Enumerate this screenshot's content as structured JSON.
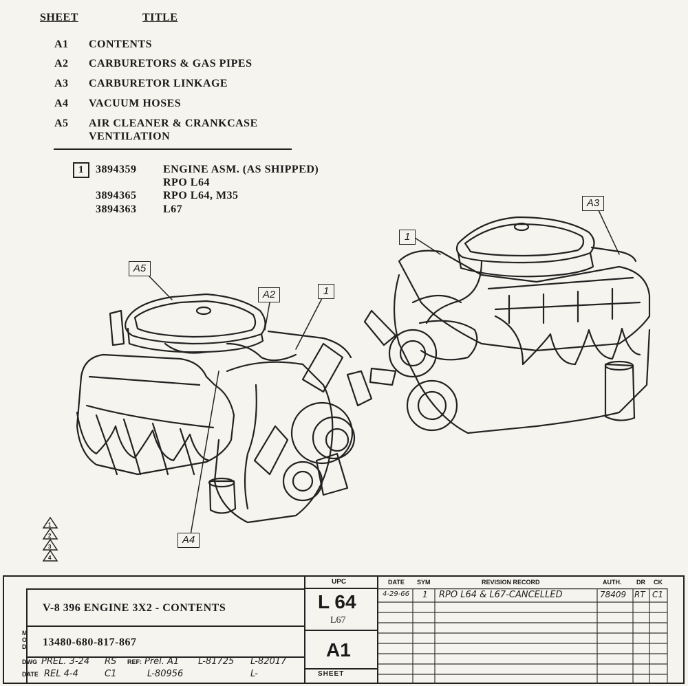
{
  "index": {
    "sheet_header": "SHEET",
    "title_header": "TITLE",
    "rows": [
      {
        "sheet": "A1",
        "title": "CONTENTS"
      },
      {
        "sheet": "A2",
        "title": "CARBURETORS & GAS PIPES"
      },
      {
        "sheet": "A3",
        "title": "CARBURETOR LINKAGE"
      },
      {
        "sheet": "A4",
        "title": "VACUUM HOSES"
      },
      {
        "sheet": "A5",
        "title": "AIR CLEANER & CRANKCASE",
        "title2": "VENTILATION"
      }
    ]
  },
  "parts": {
    "callout": "1",
    "lines": [
      {
        "num": "3894359",
        "desc": "ENGINE ASM. (AS SHIPPED)"
      },
      {
        "num": "",
        "desc": "RPO L64"
      },
      {
        "num": "3894365",
        "desc": "RPO L64, M35"
      },
      {
        "num": "3894363",
        "desc": "L67"
      }
    ]
  },
  "callouts": {
    "a5": "A5",
    "a2": "A2",
    "one_left": "1",
    "a4": "A4",
    "a3": "A3",
    "one_right": "1"
  },
  "triangles": [
    "1",
    "2",
    "3",
    "4"
  ],
  "title_block": {
    "title": "V-8 396 ENGINE 3X2 - CONTENTS",
    "number": "13480-680-817-867",
    "mod_label": "MOD",
    "dwg_label": "DWG",
    "date_label": "DATE",
    "dwg_hand": "PREL. 3-24",
    "dwg_init": "RS",
    "ref_label": "REF:",
    "ref_hand": "Prel. A1",
    "date_hand": "REL 4-4",
    "date_init": "C1",
    "l1": "L-81725",
    "l2": "L-82017",
    "l3": "L-80956",
    "l4": "L-",
    "upc_header": "UPC",
    "upc_main": "L 64",
    "upc_sub": "L67",
    "sheet_main": "A1",
    "sheet_label": "SHEET"
  },
  "revision": {
    "headers": {
      "date": "DATE",
      "sym": "SYM",
      "record": "REVISION RECORD",
      "auth": "AUTH.",
      "dr": "DR",
      "ck": "CK"
    },
    "rows": [
      {
        "date": "4-29-66",
        "sym": "1",
        "record": "RPO L64 & L67-CANCELLED",
        "auth": "78409",
        "dr": "RT",
        "ck": "C1"
      }
    ]
  }
}
